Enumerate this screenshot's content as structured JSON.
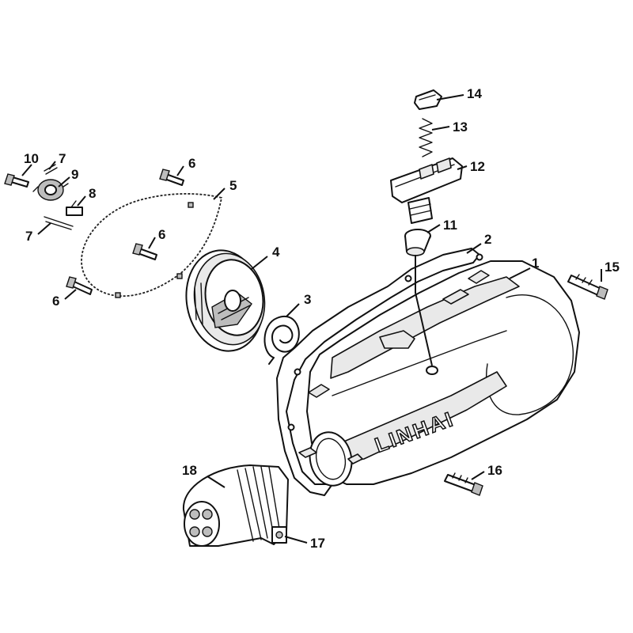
{
  "diagram": {
    "brand_text": "LINHAI",
    "callouts": [
      {
        "id": "c1",
        "label": "1"
      },
      {
        "id": "c2",
        "label": "2"
      },
      {
        "id": "c3",
        "label": "3"
      },
      {
        "id": "c4",
        "label": "4"
      },
      {
        "id": "c5",
        "label": "5"
      },
      {
        "id": "c6a",
        "label": "6"
      },
      {
        "id": "c6b",
        "label": "6"
      },
      {
        "id": "c6c",
        "label": "6"
      },
      {
        "id": "c7a",
        "label": "7"
      },
      {
        "id": "c7b",
        "label": "7"
      },
      {
        "id": "c8",
        "label": "8"
      },
      {
        "id": "c9",
        "label": "9"
      },
      {
        "id": "c10",
        "label": "10"
      },
      {
        "id": "c11",
        "label": "11"
      },
      {
        "id": "c12",
        "label": "12"
      },
      {
        "id": "c13",
        "label": "13"
      },
      {
        "id": "c14",
        "label": "14"
      },
      {
        "id": "c15",
        "label": "15"
      },
      {
        "id": "c16",
        "label": "16"
      },
      {
        "id": "c17",
        "label": "17"
      },
      {
        "id": "c18",
        "label": "18"
      }
    ]
  }
}
